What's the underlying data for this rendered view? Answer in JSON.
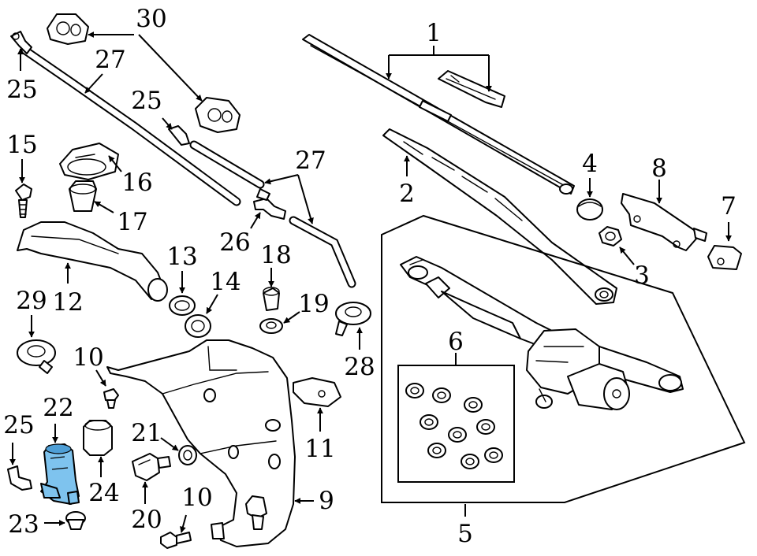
{
  "diagram": {
    "colors": {
      "line": "#000000",
      "background": "#ffffff",
      "highlight": "#7ec3ee",
      "highlight_shade": "#4f9fd6"
    },
    "callouts": [
      "1",
      "2",
      "3",
      "4",
      "5",
      "6",
      "7",
      "8",
      "9",
      "10",
      "10",
      "11",
      "12",
      "13",
      "14",
      "15",
      "16",
      "17",
      "18",
      "19",
      "20",
      "21",
      "22",
      "23",
      "24",
      "25",
      "25",
      "25",
      "26",
      "27",
      "27",
      "28",
      "29",
      "30"
    ],
    "highlighted_part": "22"
  }
}
